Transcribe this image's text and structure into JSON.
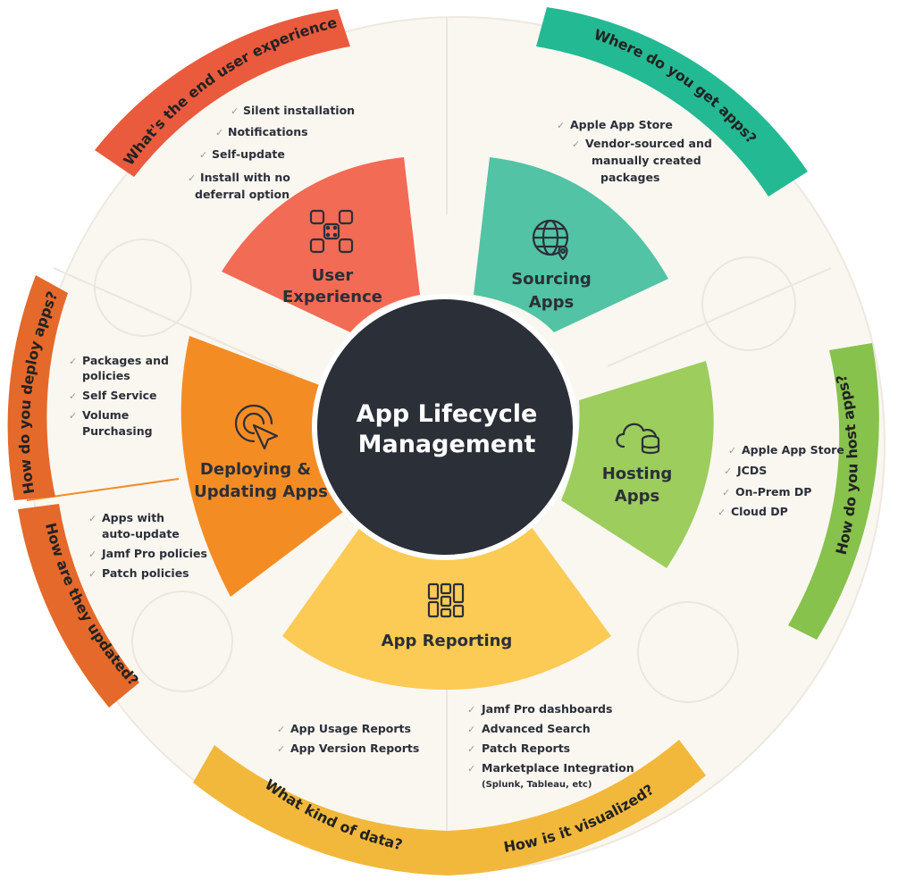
{
  "center": {
    "line1": "App Lifecycle",
    "line2": "Management"
  },
  "segments": {
    "user_experience": {
      "line1": "User",
      "line2": "Experience",
      "icon": "modules-icon",
      "color": "#f26b55"
    },
    "sourcing_apps": {
      "line1": "Sourcing",
      "line2": "Apps",
      "icon": "globe-pin-icon",
      "color": "#52c3a4"
    },
    "hosting_apps": {
      "line1": "Hosting",
      "line2": "Apps",
      "icon": "cloud-database-icon",
      "color": "#9ccd5d"
    },
    "app_reporting": {
      "line1": "App Reporting",
      "icon": "dashboard-icon",
      "color": "#fccb55"
    },
    "deploying_updating": {
      "line1": "Deploying &",
      "line2": "Updating Apps",
      "icon": "cursor-target-icon",
      "color": "#f48c24"
    }
  },
  "questions": {
    "end_user_experience": {
      "text": "What's the end user experience?",
      "color": "#ea5a3d"
    },
    "where_get_apps": {
      "text": "Where do you get apps?",
      "color": "#23b993"
    },
    "how_host_apps": {
      "text": "How do you host apps?",
      "color": "#86c24c"
    },
    "how_visualized": {
      "text": "How is it visualized?",
      "color": "#f2b83b"
    },
    "what_kind_data": {
      "text": "What kind of data?",
      "color": "#f2b83b"
    },
    "how_updated": {
      "text": "How are they updated?",
      "color": "#e4692a"
    },
    "how_deploy_apps": {
      "text": "How do you deploy apps?",
      "color": "#e4692a"
    }
  },
  "lists": {
    "user_experience": [
      "Silent installation",
      "Notifications",
      "Self-update",
      "Install with no",
      "deferral option"
    ],
    "sourcing": [
      "Apple App Store",
      "Vendor-sourced and",
      "manually created",
      "packages"
    ],
    "hosting": [
      "Apple App Store",
      "JCDS",
      "On-Prem DP",
      "Cloud DP"
    ],
    "visualized": [
      "Jamf Pro dashboards",
      "Advanced Search",
      "Patch Reports",
      "Marketplace Integration",
      "(Splunk, Tableau, etc)"
    ],
    "data_kind": [
      "App Usage Reports",
      "App Version Reports"
    ],
    "updated": [
      "Apps with",
      "auto-update",
      "Jamf Pro policies",
      "Patch policies"
    ],
    "deploy": [
      "Packages and",
      "policies",
      "Self Service",
      "Volume",
      "Purchasing"
    ]
  },
  "colors": {
    "background_disc": "#faf7f1",
    "center": "#2b2f38",
    "divider": "#ece6dc"
  }
}
